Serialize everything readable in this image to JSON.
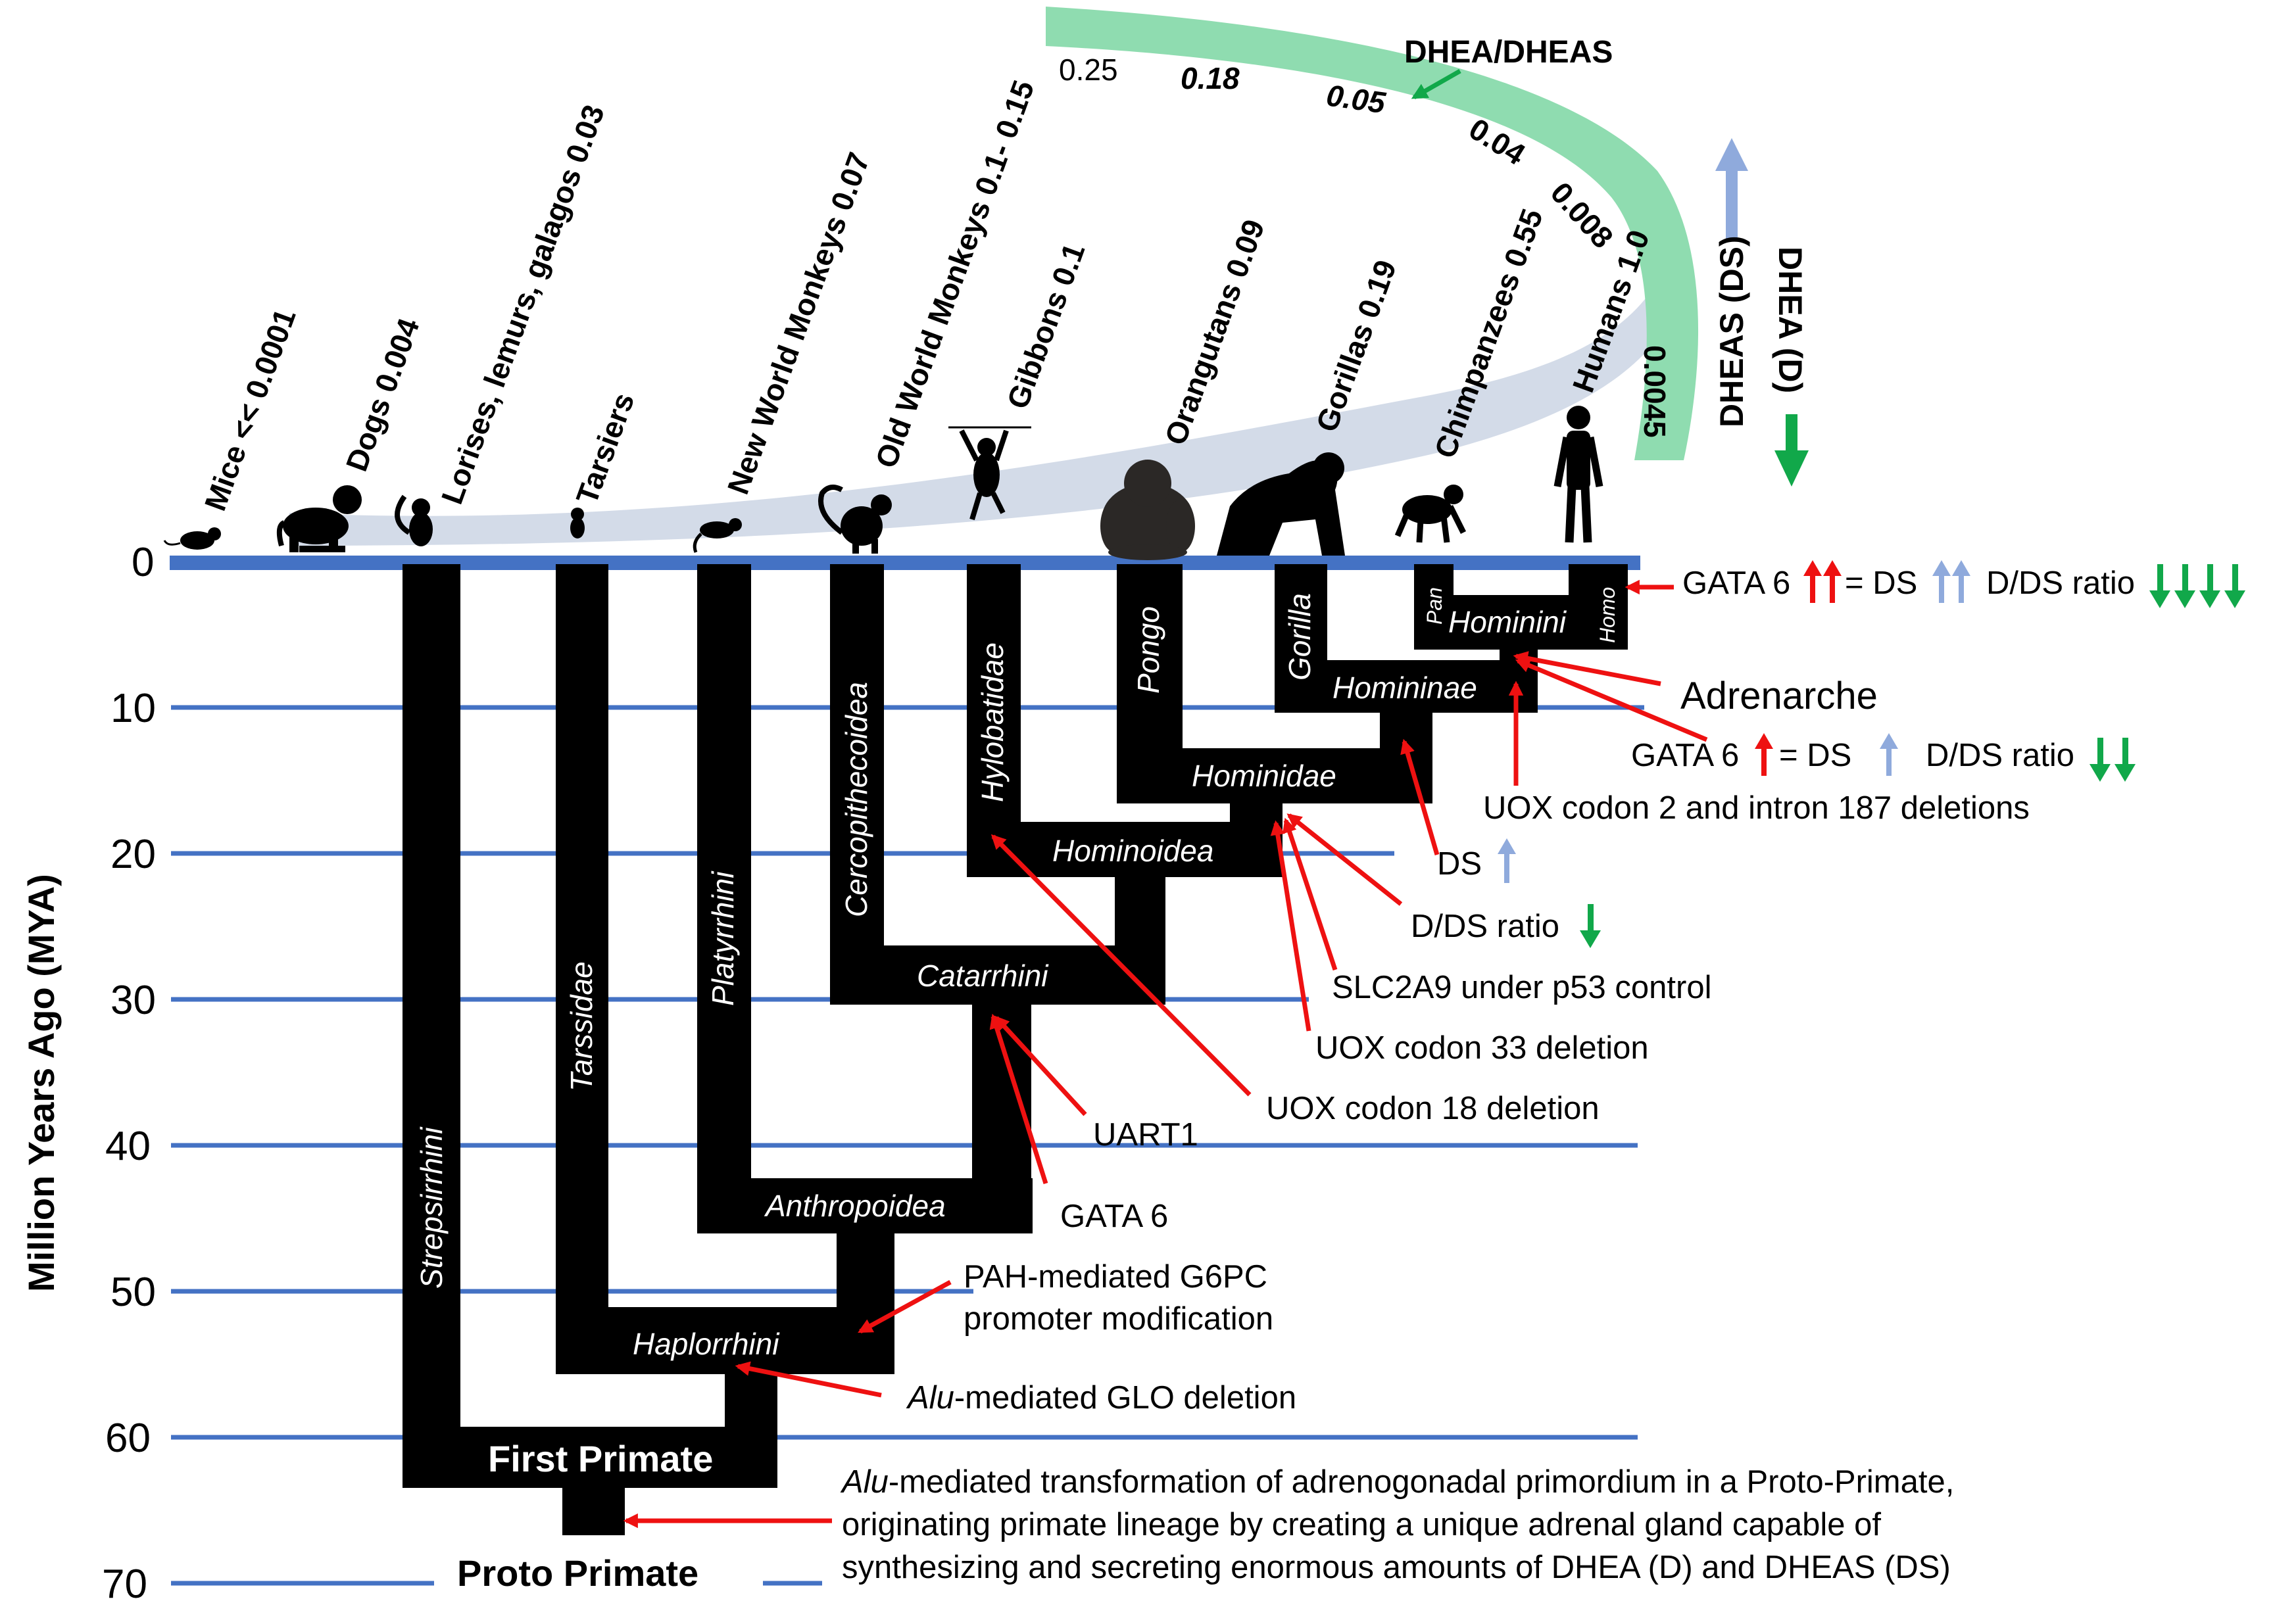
{
  "axis": {
    "label": "Million Years Ago (MYA)",
    "ticks": [
      "0",
      "10",
      "20",
      "30",
      "40",
      "50",
      "60",
      "70"
    ]
  },
  "species": [
    {
      "label": "Mice << 0.0001",
      "silhouette": "mouse-icon"
    },
    {
      "label": "Dogs 0.004",
      "silhouette": "dog-icon"
    },
    {
      "label": "Lorises, lemurs, galagos 0.03",
      "silhouette": "lemur-icon"
    },
    {
      "label": "Tarsiers",
      "silhouette": "tarsier-icon"
    },
    {
      "label": "New World Monkeys 0.07",
      "silhouette": "marmoset-icon"
    },
    {
      "label": "Old World Monkeys 0.1- 0.15",
      "silhouette": "monkey-icon"
    },
    {
      "label": "Gibbons 0.1",
      "silhouette": "gibbon-icon"
    },
    {
      "label": "Orangutans 0.09",
      "silhouette": "orangutan-icon"
    },
    {
      "label": "Gorillas 0.19",
      "silhouette": "gorilla-icon"
    },
    {
      "label": "Chimpanzees 0.55",
      "silhouette": "chimpanzee-icon"
    },
    {
      "label": "Humans 1.0",
      "silhouette": "human-icon"
    }
  ],
  "dhea_band": {
    "title": "DHEA/DHEAS",
    "values": [
      "0.25",
      "0.18",
      "0.05",
      "0.04",
      "0.008",
      "0.0045"
    ]
  },
  "side_arrows": {
    "dheas": "DHEAS (DS)",
    "dhea": "DHEA (D)"
  },
  "clades": {
    "strepsirrhini": "Strepsirrhini",
    "tarssidae": "Tarssidae",
    "platyrrhini": "Platyrrhini",
    "cercopithecoidea": "Cercopithecoidea",
    "hylobatidae": "Hylobatidae",
    "pongo": "Pongo",
    "gorilla": "Gorilla",
    "pan": "Pan",
    "homo": "Homo",
    "hominini": "Hominini",
    "homininae": "Homininae",
    "hominidae": "Hominidae",
    "hominoidea": "Hominoidea",
    "catarrhini": "Catarrhini",
    "anthropoidea": "Anthropoidea",
    "haplorrhini": "Haplorrhini",
    "first_primate": "First Primate",
    "proto_primate": "Proto Primate"
  },
  "annotations": {
    "gata6_top_left": "GATA 6",
    "gata6_top_mid": "= DS",
    "gata6_top_right": "D/DS ratio",
    "adrenarche": "Adrenarche",
    "gata6_mid_left": "GATA 6",
    "gata6_mid_mid": "= DS",
    "gata6_mid_right": "D/DS ratio",
    "uox_codon2": "UOX codon 2 and intron 187 deletions",
    "ds_up": "DS",
    "dds_ratio": "D/DS ratio",
    "slc2a9": "SLC2A9 under p53 control",
    "uox_codon33": "UOX codon 33 deletion",
    "uox_codon18": "UOX codon 18 deletion",
    "uart1": "UART1",
    "gata6_anthropoid": "GATA 6",
    "pah_line1": "PAH-mediated G6PC",
    "pah_line2": "promoter modification",
    "alu_glo_italic": "Alu",
    "alu_glo_rest": "-mediated GLO deletion",
    "alu_transform_italic": "Alu",
    "alu_transform_rest": "-mediated transformation of adrenogonadal primordium in a Proto-Primate,",
    "alu_transform_line2": "originating primate lineage by creating a unique adrenal gland capable of",
    "alu_transform_line3": "synthesizing and secreting enormous amounts of DHEA (D) and DHEAS (DS)"
  },
  "colors": {
    "axis_line": "#4472c4",
    "tree": "#000000",
    "red_arrow": "#ee1111",
    "green": "#11a84a",
    "blue_arrow": "#8faadc",
    "dhea_band": "#8fdcb0",
    "gray_band": "#d3dbe8"
  }
}
